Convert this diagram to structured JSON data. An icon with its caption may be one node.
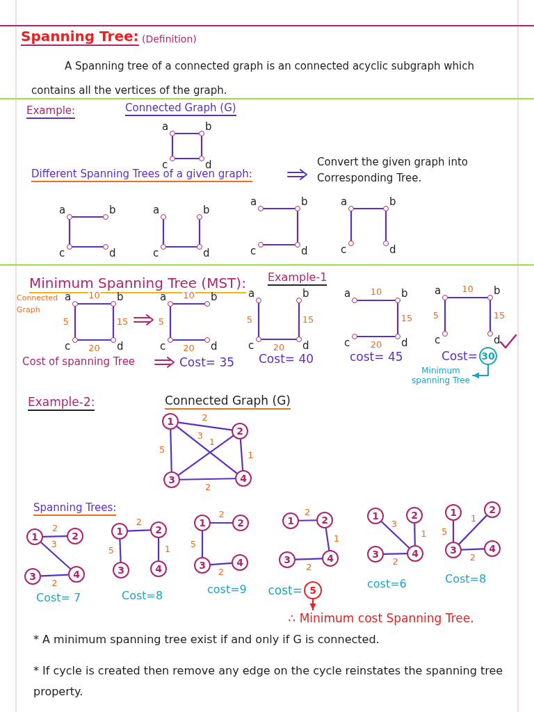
{
  "diagram": {
    "title": "Spanning Tree:",
    "nodes": [
      {
        "text": [],
        "shape": "circle",
        "beside": [
          "a"
        ]
      },
      {
        "text": [],
        "shape": "circle",
        "beside": [
          "b"
        ]
      },
      {
        "text": [],
        "shape": "circle",
        "beside": [
          "c"
        ]
      },
      {
        "text": [],
        "shape": "circle",
        "beside": [
          "d"
        ]
      },
      {
        "text": [],
        "shape": "circle",
        "beside": [
          "a"
        ]
      },
      {
        "text": [],
        "shape": "circle",
        "beside": [
          "b"
        ]
      },
      {
        "text": [],
        "shape": "circle",
        "beside": [
          "c"
        ]
      },
      {
        "text": [],
        "shape": "circle",
        "beside": [
          "d"
        ]
      },
      {
        "text": [],
        "shape": "circle",
        "beside": [
          "a"
        ]
      },
      {
        "text": [],
        "shape": "circle",
        "beside": [
          "b"
        ]
      },
      {
        "text": [],
        "shape": "circle",
        "beside": [
          "c"
        ]
      },
      {
        "text": [],
        "shape": "circle",
        "beside": [
          "d"
        ]
      },
      {
        "text": [],
        "shape": "circle",
        "beside": [
          "a"
        ]
      },
      {
        "text": [],
        "shape": "circle",
        "beside": [
          "b"
        ]
      },
      {
        "text": [],
        "shape": "circle",
        "beside": [
          "c"
        ]
      },
      {
        "text": [],
        "shape": "circle",
        "beside": [
          "d"
        ]
      },
      {
        "text": [],
        "shape": "circle",
        "beside": [
          "a"
        ]
      },
      {
        "text": [],
        "shape": "circle",
        "beside": [
          "b"
        ]
      },
      {
        "text": [],
        "shape": "circle",
        "beside": [
          "c"
        ]
      },
      {
        "text": [],
        "shape": "circle",
        "beside": [
          "d"
        ]
      },
      {
        "text": [],
        "shape": "circle",
        "beside": [
          "a"
        ]
      },
      {
        "text": [],
        "shape": "circle",
        "beside": [
          "b"
        ]
      },
      {
        "text": [],
        "shape": "circle",
        "beside": [
          "c"
        ]
      },
      {
        "text": [],
        "shape": "circle",
        "beside": [
          "d"
        ]
      },
      {
        "text": [],
        "shape": "circle",
        "beside": [
          "a"
        ]
      },
      {
        "text": [],
        "shape": "circle",
        "beside": [
          "b"
        ]
      },
      {
        "text": [],
        "shape": "circle",
        "beside": [
          "c"
        ]
      },
      {
        "text": [],
        "shape": "circle",
        "beside": [
          "d"
        ]
      },
      {
        "text": [],
        "shape": "circle",
        "beside": [
          "a"
        ]
      },
      {
        "text": [],
        "shape": "circle",
        "beside": [
          "b"
        ]
      },
      {
        "text": [],
        "shape": "circle",
        "beside": [
          "c"
        ]
      },
      {
        "text": [],
        "shape": "circle",
        "beside": [
          "d"
        ]
      },
      {
        "text": [],
        "shape": "circle",
        "beside": [
          "a"
        ]
      },
      {
        "text": [],
        "shape": "circle",
        "beside": [
          "b"
        ]
      },
      {
        "text": [],
        "shape": "circle",
        "beside": [
          "c"
        ]
      },
      {
        "text": [],
        "shape": "circle",
        "beside": [
          "d"
        ]
      },
      {
        "text": [],
        "shape": "circle",
        "beside": [
          "a"
        ]
      },
      {
        "text": [],
        "shape": "circle",
        "beside": [
          "b"
        ]
      },
      {
        "text": [],
        "shape": "circle",
        "beside": [
          "c"
        ]
      },
      {
        "text": [],
        "shape": "circle",
        "beside": [
          "d"
        ]
      },
      {
        "text": [
          "30"
        ],
        "beside": [
          "Cost="
        ]
      },
      {
        "text": [
          "Minimum spanning Tree"
        ]
      },
      {
        "text": [
          "1"
        ]
      },
      {
        "text": [
          "2"
        ]
      },
      {
        "text": [
          "3"
        ]
      },
      {
        "text": [
          "4"
        ]
      },
      {
        "text": [
          "1"
        ]
      },
      {
        "text": [
          "2"
        ]
      },
      {
        "text": [
          "3"
        ]
      },
      {
        "text": [
          "4"
        ]
      },
      {
        "text": [
          "1"
        ]
      },
      {
        "text": [
          "2"
        ]
      },
      {
        "text": [
          "3"
        ]
      },
      {
        "text": [
          "4"
        ]
      },
      {
        "text": [
          "1"
        ]
      },
      {
        "text": [
          "2"
        ]
      },
      {
        "text": [
          "3"
        ]
      },
      {
        "text": [
          "4"
        ]
      },
      {
        "text": [
          "1"
        ]
      },
      {
        "text": [
          "2"
        ]
      },
      {
        "text": [
          "3"
        ]
      },
      {
        "text": [
          "4"
        ]
      },
      {
        "text": [
          "1"
        ]
      },
      {
        "text": [
          "2"
        ]
      },
      {
        "text": [
          "3"
        ]
      },
      {
        "text": [
          "4"
        ]
      },
      {
        "text": [
          "1"
        ]
      },
      {
        "text": [
          "2"
        ]
      },
      {
        "text": [
          "3"
        ]
      },
      {
        "text": [
          "4"
        ]
      },
      {
        "text": [
          "5"
        ],
        "beside": [
          "cost="
        ]
      },
      {
        "text": [
          "∴ Minimum cost Spanning Tree."
        ]
      }
    ],
    "edges": [
      {
        "from": 0,
        "to": 1,
        "arrow": "none"
      },
      {
        "from": 0,
        "to": 2,
        "arrow": "none"
      },
      {
        "from": 1,
        "to": 3,
        "arrow": "none"
      },
      {
        "from": 2,
        "to": 3,
        "arrow": "none"
      },
      {
        "from": 4,
        "to": 5,
        "arrow": "none"
      },
      {
        "from": 4,
        "to": 6,
        "arrow": "none"
      },
      {
        "from": 6,
        "to": 7,
        "arrow": "none"
      },
      {
        "from": 8,
        "to": 10,
        "arrow": "none"
      },
      {
        "from": 10,
        "to": 11,
        "arrow": "none"
      },
      {
        "from": 9,
        "to": 11,
        "arrow": "none"
      },
      {
        "from": 12,
        "to": 13,
        "arrow": "none"
      },
      {
        "from": 13,
        "to": 15,
        "arrow": "none"
      },
      {
        "from": 14,
        "to": 15,
        "arrow": "none"
      },
      {
        "from": 16,
        "to": 18,
        "arrow": "none"
      },
      {
        "from": 16,
        "to": 17,
        "arrow": "none"
      },
      {
        "from": 17,
        "to": 19,
        "arrow": "none"
      },
      {
        "from": 20,
        "to": 21,
        "arrow": "none",
        "label": "10"
      },
      {
        "from": 20,
        "to": 22,
        "arrow": "none",
        "label": "5"
      },
      {
        "from": 21,
        "to": 23,
        "arrow": "none",
        "label": "15"
      },
      {
        "from": 22,
        "to": 23,
        "arrow": "none",
        "label": "20"
      },
      {
        "from": 24,
        "to": 25,
        "arrow": "none",
        "label": "10"
      },
      {
        "from": 24,
        "to": 26,
        "arrow": "none",
        "label": "5"
      },
      {
        "from": 26,
        "to": 27,
        "arrow": "none",
        "label": "20"
      },
      {
        "from": 28,
        "to": 30,
        "arrow": "none",
        "label": "5"
      },
      {
        "from": 30,
        "to": 31,
        "arrow": "none",
        "label": "20"
      },
      {
        "from": 29,
        "to": 31,
        "arrow": "none",
        "label": "15"
      },
      {
        "from": 32,
        "to": 33,
        "arrow": "none",
        "label": "10"
      },
      {
        "from": 33,
        "to": 35,
        "arrow": "none",
        "label": "15"
      },
      {
        "from": 34,
        "to": 35,
        "arrow": "none",
        "label": "20"
      },
      {
        "from": 36,
        "to": 37,
        "arrow": "none",
        "label": "10"
      },
      {
        "from": 36,
        "to": 38,
        "arrow": "none",
        "label": "5"
      },
      {
        "from": 37,
        "to": 39,
        "arrow": "none",
        "label": "15"
      },
      {
        "from": 40,
        "to": 41,
        "arrow": "to",
        "color": "#1ba3c6"
      },
      {
        "from": 42,
        "to": 43,
        "arrow": "none",
        "label": "2"
      },
      {
        "from": 42,
        "to": 45,
        "arrow": "none",
        "label": "3"
      },
      {
        "from": 43,
        "to": 44,
        "arrow": "none",
        "label": "1"
      },
      {
        "from": 43,
        "to": 45,
        "arrow": "none",
        "label": "1"
      },
      {
        "from": 42,
        "to": 44,
        "arrow": "none",
        "label": "5"
      },
      {
        "from": 44,
        "to": 45,
        "arrow": "none",
        "label": "2"
      },
      {
        "from": 46,
        "to": 47,
        "arrow": "none",
        "label": "2"
      },
      {
        "from": 46,
        "to": 49,
        "arrow": "none",
        "label": "3"
      },
      {
        "from": 48,
        "to": 49,
        "arrow": "none",
        "label": "2"
      },
      {
        "from": 50,
        "to": 51,
        "arrow": "none",
        "label": "2"
      },
      {
        "from": 50,
        "to": 52,
        "arrow": "none",
        "label": "5"
      },
      {
        "from": 51,
        "to": 53,
        "arrow": "none",
        "label": "1"
      },
      {
        "from": 54,
        "to": 55,
        "arrow": "none",
        "label": "2"
      },
      {
        "from": 54,
        "to": 56,
        "arrow": "none",
        "label": "5"
      },
      {
        "from": 56,
        "to": 57,
        "arrow": "none",
        "label": "2"
      },
      {
        "from": 58,
        "to": 59,
        "arrow": "none",
        "label": "2"
      },
      {
        "from": 59,
        "to": 61,
        "arrow": "none",
        "label": "1"
      },
      {
        "from": 60,
        "to": 61,
        "arrow": "none",
        "label": "2"
      },
      {
        "from": 62,
        "to": 65,
        "arrow": "none",
        "label": "3"
      },
      {
        "from": 63,
        "to": 65,
        "arrow": "none",
        "label": "1"
      },
      {
        "from": 64,
        "to": 65,
        "arrow": "none",
        "label": "2"
      },
      {
        "from": 66,
        "to": 68,
        "arrow": "none",
        "label": "5"
      },
      {
        "from": 67,
        "to": 68,
        "arrow": "none",
        "label": "1"
      },
      {
        "from": 68,
        "to": 69,
        "arrow": "none",
        "label": "2"
      },
      {
        "from": 70,
        "to": 71,
        "arrow": "to",
        "color": "#e8201f"
      }
    ],
    "labels": [
      "(Definition)",
      "A Spanning tree of a connected graph is an connected acyclic subgraph which contains all the vertices of the graph.",
      "Example:",
      "Connected Graph (G)",
      "Different Spanning Trees of a given graph:",
      "Convert the given graph into Corresponding Tree.",
      "Minimum Spanning Tree (MST):",
      "Example-1",
      "Connected Graph",
      "Cost of spanning Tree",
      "Cost= 35",
      "Cost= 40",
      "cost= 45",
      "Example-2:",
      "Connected Graph (G)",
      "Spanning Trees:",
      "Cost= 7",
      "Cost=8",
      "cost=9",
      "cost=6",
      "Cost=8",
      "* A minimum spanning tree exist if and only if G is connected.",
      "* If cycle is created then remove any edge on the cycle reinstates the spanning tree property."
    ]
  }
}
